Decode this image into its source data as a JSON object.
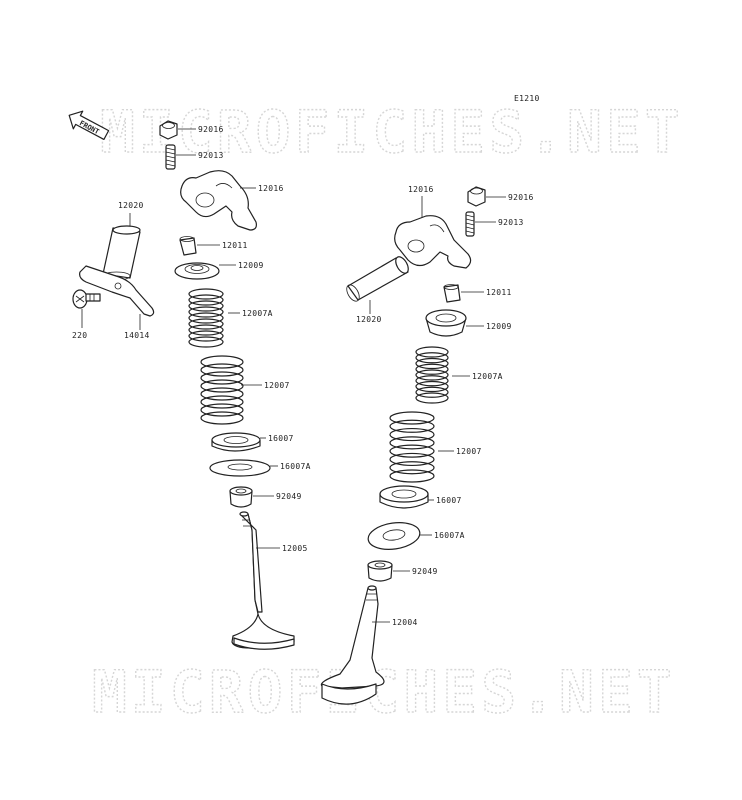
{
  "diagram": {
    "code": "E1210",
    "front_label": "FRONT",
    "watermark": "MICROFICHES.NET",
    "left_labels": {
      "nut": "92016",
      "adjust_screw": "92013",
      "rocker_arm": "12016",
      "shaft": "12020",
      "cotter": "12011",
      "retainer": "12009",
      "inner_spring": "12007A",
      "outer_spring": "12007",
      "spring_seat": "16007",
      "washer": "16007A",
      "stem_seal": "92049",
      "valve": "12005",
      "bracket": "14014",
      "screw": "220"
    },
    "right_labels": {
      "nut": "92016",
      "adjust_screw": "92013",
      "rocker_arm": "12016",
      "shaft": "12020",
      "cotter": "12011",
      "retainer": "12009",
      "inner_spring": "12007A",
      "outer_spring": "12007",
      "spring_seat": "16007",
      "washer": "16007A",
      "stem_seal": "92049",
      "valve": "12004"
    }
  }
}
